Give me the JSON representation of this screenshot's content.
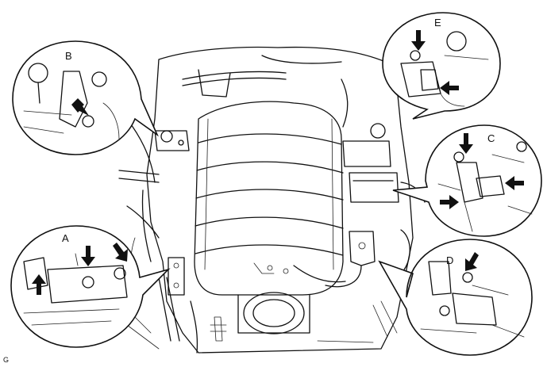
{
  "callouts": {
    "a": "A",
    "b": "B",
    "c": "C",
    "d": "D",
    "e": "E"
  },
  "figure_code": "G",
  "colors": {
    "ink": "#111111",
    "paper": "#ffffff"
  }
}
